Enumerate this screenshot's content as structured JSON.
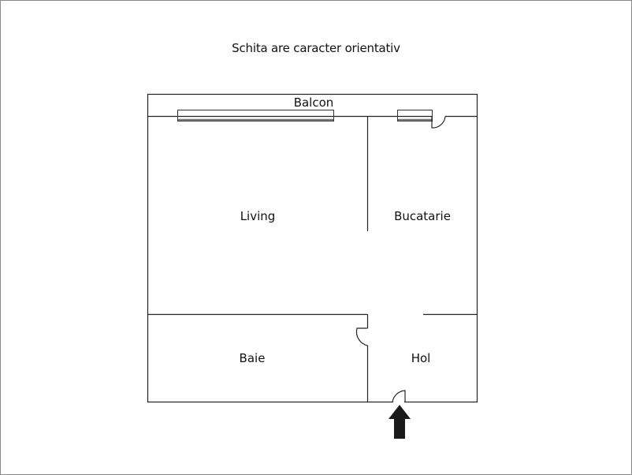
{
  "title": "Schita are caracter orientativ",
  "rooms": {
    "balcony": "Balcon",
    "living": "Living",
    "kitchen": "Bucatarie",
    "bathroom": "Baie",
    "hallway": "Hol"
  },
  "entrance_icon": "arrow-up-icon",
  "colors": {
    "wall": "#222222",
    "window": "#555555",
    "frame": "#8a8a8a",
    "arrow": "#1a1a1a"
  }
}
